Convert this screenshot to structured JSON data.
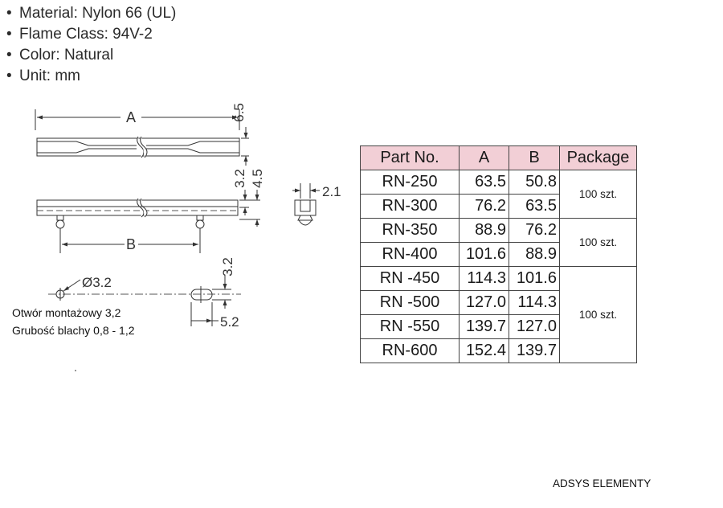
{
  "specs": [
    "Material: Nylon 66 (UL)",
    "Flame Class: 94V-2",
    "Color: Natural",
    "Unit: mm"
  ],
  "drawing": {
    "label_a": "A",
    "label_b": "B",
    "dim_65": "6.5",
    "dim_32": "3.2",
    "dim_45": "4.5",
    "dim_21": "2.1",
    "dim_hole": "Ø3.2",
    "dim_slot_h": "3.2",
    "dim_slot_w": "5.2"
  },
  "notes": {
    "mounting_hole": "Otwór montażowy 3,2",
    "sheet_thickness": "Grubość blachy 0,8 - 1,2"
  },
  "table": {
    "headers": [
      "Part No.",
      "A",
      "B",
      "Package"
    ],
    "rows": [
      {
        "part": "RN-250",
        "a": "63.5",
        "b": "50.8"
      },
      {
        "part": "RN-300",
        "a": "76.2",
        "b": "63.5"
      },
      {
        "part": "RN-350",
        "a": "88.9",
        "b": "76.2"
      },
      {
        "part": "RN-400",
        "a": "101.6",
        "b": "88.9"
      },
      {
        "part": "RN -450",
        "a": "114.3",
        "b": "101.6"
      },
      {
        "part": "RN -500",
        "a": "127.0",
        "b": "114.3"
      },
      {
        "part": "RN -550",
        "a": "139.7",
        "b": "127.0"
      },
      {
        "part": "RN-600",
        "a": "152.4",
        "b": "139.7"
      }
    ],
    "packages": [
      "100 szt.",
      "100 szt.",
      "100 szt."
    ]
  },
  "footer": "ADSYS ELEMENTY"
}
